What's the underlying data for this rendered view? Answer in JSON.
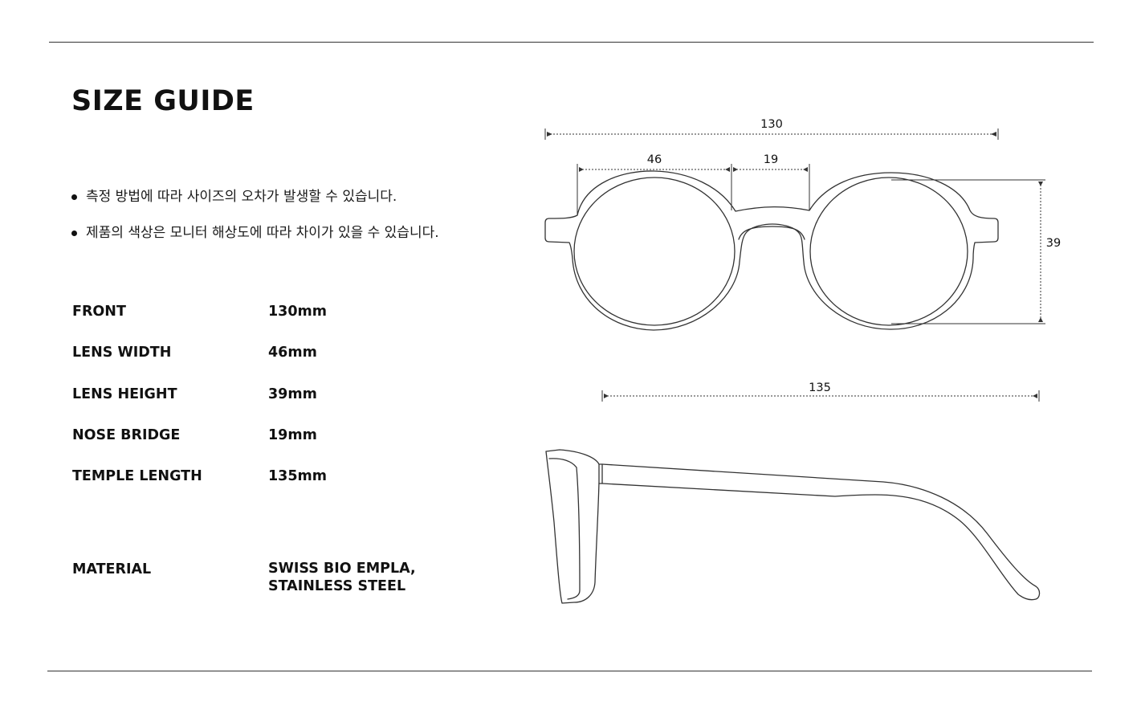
{
  "title": "SIZE GUIDE",
  "notes": [
    "측정 방법에 따라 사이즈의 오차가 발생할 수 있습니다.",
    "제품의 색상은 모니터 해상도에 따라 차이가 있을 수 있습니다."
  ],
  "specs": [
    {
      "label": "FRONT",
      "value": "130mm"
    },
    {
      "label": "LENS WIDTH",
      "value": "46mm"
    },
    {
      "label": "LENS HEIGHT",
      "value": "39mm"
    },
    {
      "label": "NOSE BRIDGE",
      "value": "19mm"
    },
    {
      "label": "TEMPLE LENGTH",
      "value": "135mm"
    }
  ],
  "material": {
    "label": "MATERIAL",
    "value_lines": [
      "SWISS BIO EMPLA,",
      "STAINLESS STEEL"
    ]
  },
  "dimensions": {
    "front": "130",
    "lens_width": "46",
    "bridge": "19",
    "lens_height": "39",
    "temple": "135"
  },
  "colors": {
    "line": "#333333",
    "text": "#111111",
    "background": "#ffffff"
  }
}
